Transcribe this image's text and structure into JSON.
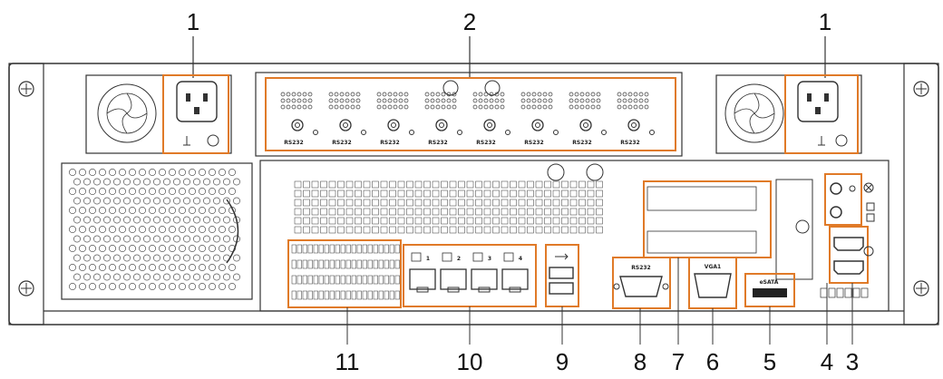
{
  "callouts": {
    "psu_left": "1",
    "expansion_card": "2",
    "psu_right": "1",
    "ethernet_ports": "10",
    "alarm_terminals": "11",
    "usb_ports": "9",
    "rs232_port": "8",
    "expansion_slot": "7",
    "vga_port": "6",
    "esata_port": "5",
    "hdmi_ports": "4",
    "audio_terminals": "3"
  },
  "port_labels": {
    "rs232": "RS232",
    "vga": "VGA1",
    "esata": "eSATA",
    "rj45": [
      "1",
      "2",
      "3",
      "4"
    ],
    "card_ports": [
      "RS232",
      "RS232",
      "RS232",
      "RS232",
      "RS232",
      "RS232",
      "RS232",
      "RS232"
    ]
  },
  "colors": {
    "highlight": "#e07a28",
    "line": "#333333",
    "chassis": "#ffffff"
  }
}
